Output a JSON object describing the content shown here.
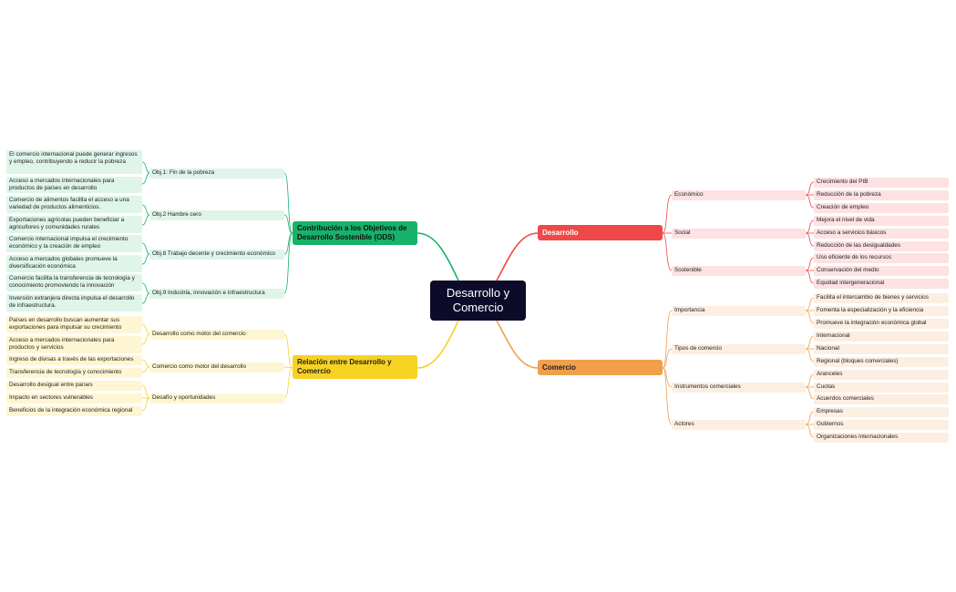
{
  "center": "Desarrollo y Comercio",
  "colors": {
    "center": "#0d0b2a",
    "desarrollo": "#f04848",
    "comercio": "#f0a04c",
    "ods": "#17b26a",
    "relacion": "#f7d223"
  },
  "desarrollo": {
    "title": "Desarrollo",
    "groups": [
      {
        "label": "Económico",
        "items": [
          "Crecimiento del PIB",
          "Reducción de la pobreza",
          "Creación de empleo"
        ]
      },
      {
        "label": "Social",
        "items": [
          "Mejora el nivel de vida",
          "Acceso a servicios básicos",
          "Reducción de las desigualdades"
        ]
      },
      {
        "label": "Sostenible",
        "items": [
          "Uso eficiente de los recursos",
          "Conservación del medio",
          "Equidad intergeneracional"
        ]
      }
    ]
  },
  "comercio": {
    "title": "Comercio",
    "groups": [
      {
        "label": "Importancia",
        "items": [
          "Facilita el intercambio de bienes y servicios",
          "Fomenta la especialización y la eficiencia",
          "Promueve la integración económica global"
        ]
      },
      {
        "label": "Tipos de comercio",
        "items": [
          "Internacional",
          "Nacional",
          "Regional (bloques comerciales)"
        ]
      },
      {
        "label": "Instrumentos comerciales",
        "items": [
          "Aranceles",
          "Cuotas",
          "Acuerdos comerciales"
        ]
      },
      {
        "label": "Actores",
        "items": [
          "Empresas",
          "Gobiernos",
          "Organizaciones internacionales"
        ]
      }
    ]
  },
  "ods": {
    "title": "Contribución a los Objetivos de Desarrollo Sostenible (ODS)",
    "groups": [
      {
        "label": "Obj.1: Fin de la pobreza",
        "items": [
          "El comercio internacional puede generar ingresos y empleo, contribuyendo a reducir la pobreza",
          "Acceso a mercados internacionales para productos de países en desarrollo"
        ]
      },
      {
        "label": "Obj.2 Hambre cero",
        "items": [
          "Comercio de alimentos facilita el acceso a una variedad de productos alimenticios.",
          "Exportaciones agrícolas pueden beneficiar a agricultores y comunidades rurales"
        ]
      },
      {
        "label": "Obj.8 Trabajo decente y crecimiento económico",
        "items": [
          "Comercio internacional impulsa el crecimiento económico y la creación de empleo",
          "Acceso a mercados globales promueve la diversificación económica"
        ]
      },
      {
        "label": "Obj.9 Industria, innovación e infraestructura",
        "items": [
          "Comercio facilita la transferencia de tecnología y conocimiento promoviendo la innovación",
          "Inversión extranjera directa impulsa el desarrollo de infraestructura."
        ]
      }
    ]
  },
  "relacion": {
    "title": "Relación entre Desarrollo y Comercio",
    "groups": [
      {
        "label": "Desarrollo como motor del comercio",
        "items": [
          "Países en desarrollo buscan aumentar sus exportaciones para impulsar su crecimiento",
          "Acceso a mercados internacionales para productos y servicios"
        ]
      },
      {
        "label": "Comercio como motor del desarrollo",
        "items": [
          "Ingreso de divisas a través de las exportaciones",
          "Transferencia de tecnología y conocimiento"
        ]
      },
      {
        "label": "Desafío y oportunidades",
        "items": [
          "Desarrollo desigual entre países",
          "Impacto en sectores vulnerables",
          "Beneficios de la integración económica regional"
        ]
      }
    ]
  }
}
